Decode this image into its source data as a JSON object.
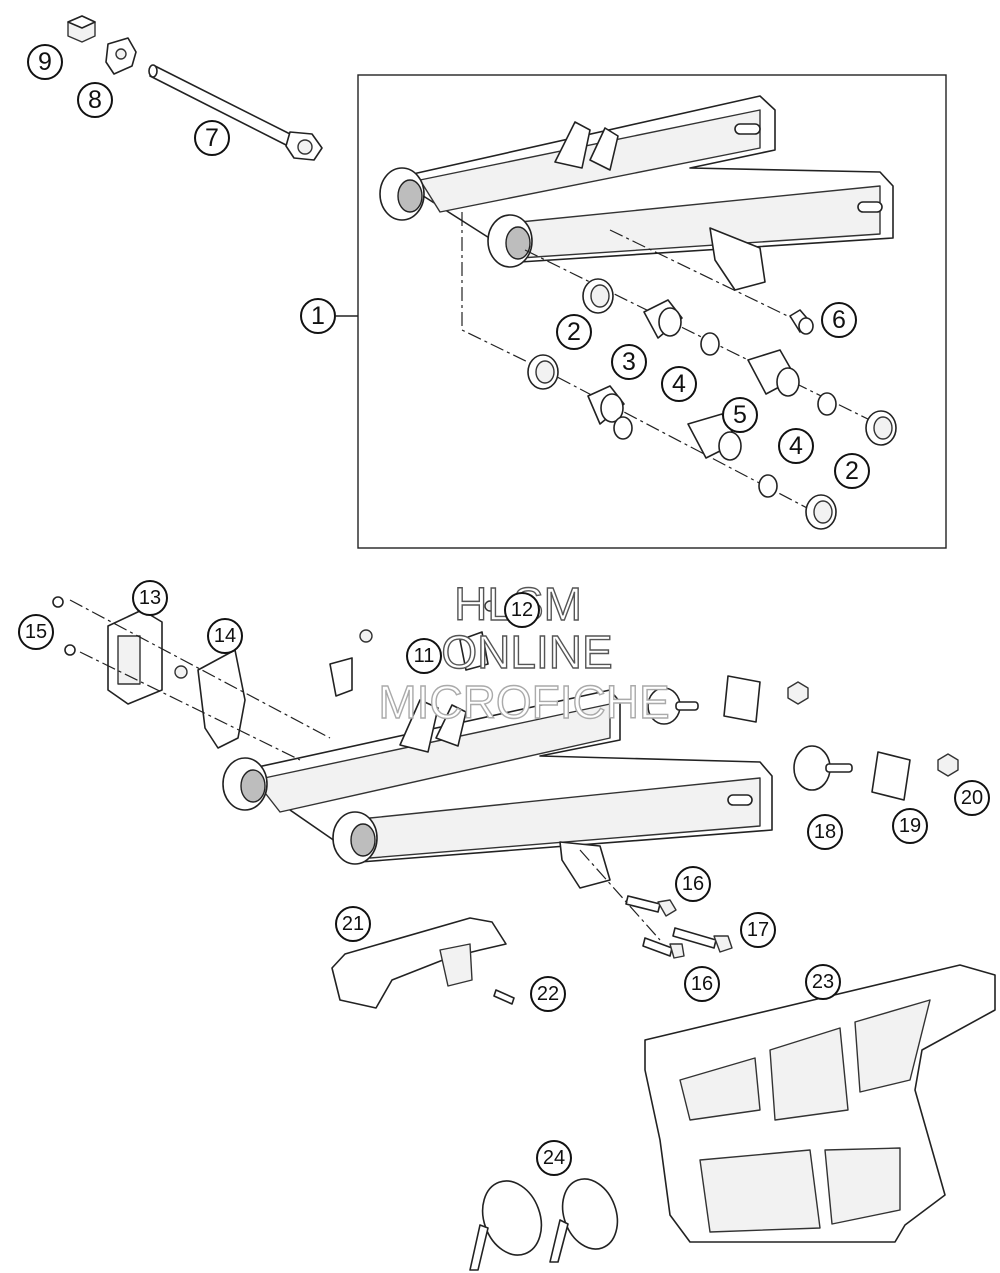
{
  "callouts": [
    {
      "id": "c1",
      "label": "1"
    },
    {
      "id": "c2a",
      "label": "2"
    },
    {
      "id": "c2b",
      "label": "2"
    },
    {
      "id": "c3",
      "label": "3"
    },
    {
      "id": "c4a",
      "label": "4"
    },
    {
      "id": "c4b",
      "label": "4"
    },
    {
      "id": "c5",
      "label": "5"
    },
    {
      "id": "c6",
      "label": "6"
    },
    {
      "id": "c7",
      "label": "7"
    },
    {
      "id": "c8",
      "label": "8"
    },
    {
      "id": "c9",
      "label": "9"
    },
    {
      "id": "c11",
      "label": "11"
    },
    {
      "id": "c12",
      "label": "12"
    },
    {
      "id": "c13",
      "label": "13"
    },
    {
      "id": "c14",
      "label": "14"
    },
    {
      "id": "c15",
      "label": "15"
    },
    {
      "id": "c16a",
      "label": "16"
    },
    {
      "id": "c16b",
      "label": "16"
    },
    {
      "id": "c17",
      "label": "17"
    },
    {
      "id": "c18",
      "label": "18"
    },
    {
      "id": "c19",
      "label": "19"
    },
    {
      "id": "c20",
      "label": "20"
    },
    {
      "id": "c21",
      "label": "21"
    },
    {
      "id": "c22",
      "label": "22"
    },
    {
      "id": "c23",
      "label": "23"
    },
    {
      "id": "c24",
      "label": "24"
    }
  ],
  "watermark": {
    "line1": "HLSM",
    "line2": "ONLINE",
    "line3": "MICROFICHE"
  }
}
